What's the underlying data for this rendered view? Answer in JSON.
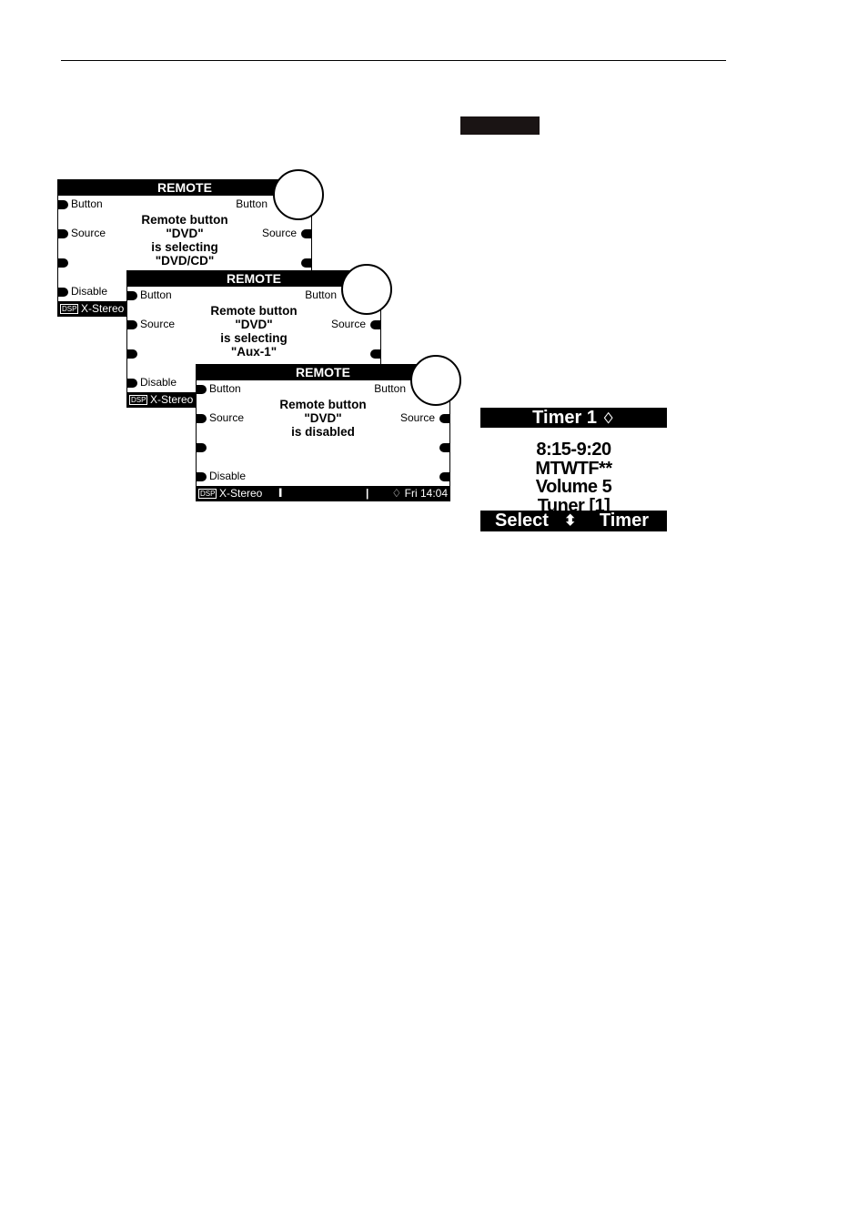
{
  "screens": [
    {
      "title": "REMOTE",
      "left1": "Button",
      "right1": "Button",
      "left2": "Source",
      "right2": "Source",
      "left4": "Disable",
      "lines": [
        "Remote button",
        "\"DVD\"",
        "is selecting",
        "\"DVD/CD\""
      ],
      "dsp": "DSP",
      "mode": "X-Stereo"
    },
    {
      "title": "REMOTE",
      "left1": "Button",
      "right1": "Button",
      "left2": "Source",
      "right2": "Source",
      "left4": "Disable",
      "lines": [
        "Remote button",
        "\"DVD\"",
        "is selecting",
        "\"Aux-1\""
      ],
      "dsp": "DSP",
      "mode": "X-Stereo"
    },
    {
      "title": "REMOTE",
      "left1": "Button",
      "right1": "Button",
      "left2": "Source",
      "right2": "Source",
      "left4": "Disable",
      "lines": [
        "Remote button",
        "\"DVD\"",
        "is disabled"
      ],
      "dsp": "DSP",
      "mode": "X-Stereo",
      "level": "||||",
      "marker": "|",
      "time": "Fri 14:04"
    }
  ],
  "timer": {
    "title": "Timer 1",
    "lines": [
      "8:15-9:20",
      "MTWTF**",
      "Volume 5",
      "Tuner [1]"
    ],
    "select": "Select",
    "mode": "Timer"
  }
}
